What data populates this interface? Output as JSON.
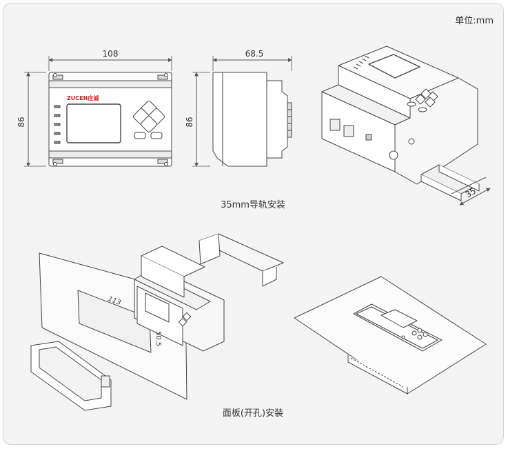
{
  "unit_label": "单位:mm",
  "brand": "ZUCEN庄诚",
  "front_view": {
    "width_label": "108",
    "height_label": "86"
  },
  "side_view": {
    "width_label": "68.5",
    "height_label": "86"
  },
  "rail_width_label": "35",
  "rail_caption": "35mm导轨安装",
  "cutout": {
    "width_label": "113",
    "height_label": "50.5"
  },
  "panel_caption": "面板(开孔)安装"
}
